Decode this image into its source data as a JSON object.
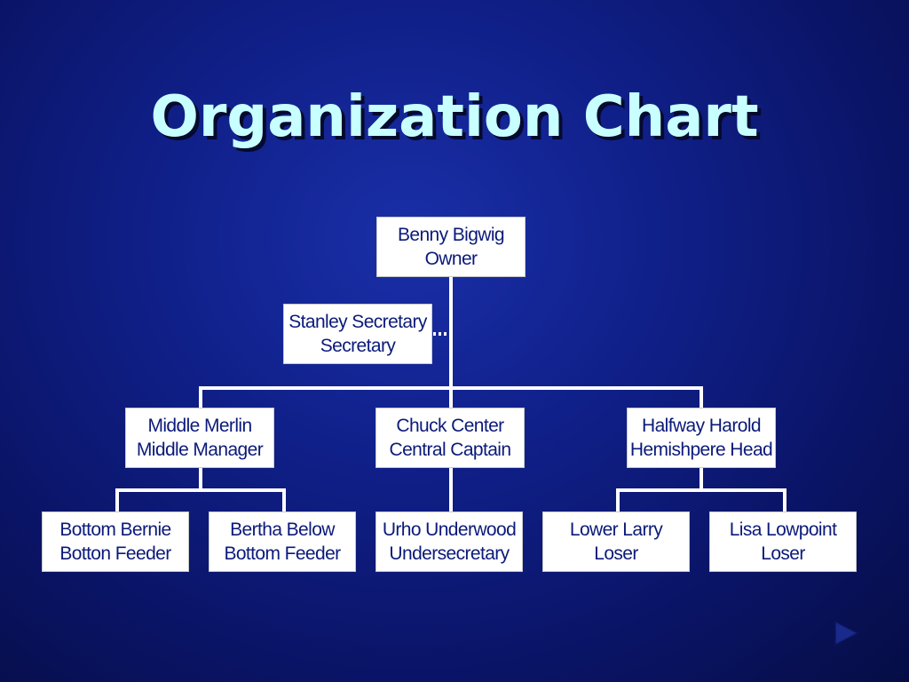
{
  "slide": {
    "title": "Organization Chart"
  },
  "org_chart": {
    "owner": {
      "name": "Benny Bigwig",
      "role": "Owner"
    },
    "assistant": {
      "name": "Stanley Secretary",
      "role": "Secretary"
    },
    "managers": [
      {
        "name": "Middle Merlin",
        "role": "Middle Manager"
      },
      {
        "name": "Chuck Center",
        "role": "Central Captain"
      },
      {
        "name": "Halfway Harold",
        "role": "Hemishpere Head"
      }
    ],
    "staff": [
      {
        "name": "Bottom Bernie",
        "role": "Botton Feeder",
        "reports_to": "Middle Merlin"
      },
      {
        "name": "Bertha Below",
        "role": "Bottom Feeder",
        "reports_to": "Middle Merlin"
      },
      {
        "name": "Urho Underwood",
        "role": "Undersecretary",
        "reports_to": "Chuck Center"
      },
      {
        "name": "Lower Larry",
        "role": "Loser",
        "reports_to": "Halfway Harold"
      },
      {
        "name": "Lisa Lowpoint",
        "role": "Loser",
        "reports_to": "Halfway Harold"
      }
    ]
  },
  "navigation": {
    "next_icon": "play-arrow-icon",
    "icon_color": "#1a2a8a"
  },
  "colors": {
    "title": "#c8ffff",
    "box_text": "#0b1a7a",
    "connector": "#ffffff"
  }
}
